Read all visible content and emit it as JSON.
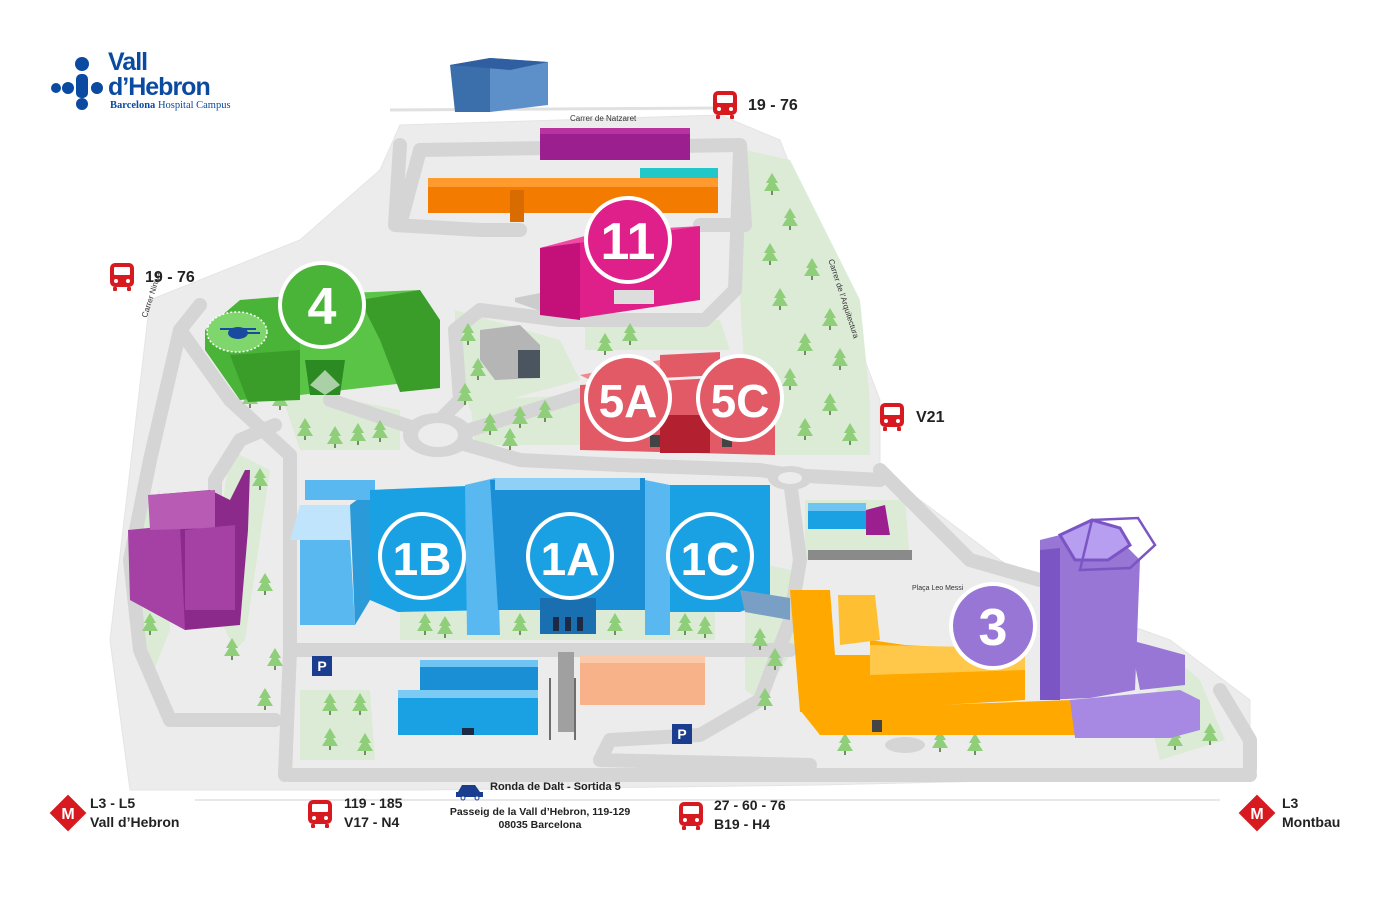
{
  "brand": {
    "name_line1": "Vall",
    "name_line2": "d’Hebron",
    "subtitle_bold": "Barcelona",
    "subtitle": "Hospital Campus",
    "color": "#0a4aa0"
  },
  "colors": {
    "building_1": "#1aa1e3",
    "building_3_orange": "#ffa800",
    "building_3_tower": "#9776d6",
    "building_4": "#49b437",
    "building_5": "#e25a66",
    "building_11": "#e0208a",
    "transit_red": "#d71920",
    "parking_blue": "#1a3d8f",
    "road": "#d9d9d9",
    "green_area": "#dcebd6"
  },
  "buildings": [
    {
      "id": "b11",
      "label": "11"
    },
    {
      "id": "b4",
      "label": "4"
    },
    {
      "id": "b5a",
      "label": "5A"
    },
    {
      "id": "b5c",
      "label": "5C"
    },
    {
      "id": "b1b",
      "label": "1B"
    },
    {
      "id": "b1a",
      "label": "1A"
    },
    {
      "id": "b1c",
      "label": "1C"
    },
    {
      "id": "b3",
      "label": "3"
    }
  ],
  "streets": {
    "natzaret": "Carrer de Natzaret",
    "ninive": "Carrer Ninive",
    "arquitectura": "Carrer de l’Arquitectura",
    "placa": "Plaça Leo Messi"
  },
  "transit": {
    "bus_top": "19 - 76",
    "bus_left": "19 - 76",
    "bus_right": "V21",
    "metro_left_lines": "L3 - L5",
    "metro_left_name": "Vall d’Hebron",
    "bus_bottom1_a": "119 - 185",
    "bus_bottom1_b": "V17 - N4",
    "bus_bottom2_a": "27 - 60 - 76",
    "bus_bottom2_b": "B19 - H4",
    "metro_right_lines": "L3",
    "metro_right_name": "Montbau"
  },
  "access": {
    "ronda": "Ronda de Dalt - Sortida 5",
    "address1": "Passeig de la Vall d’Hebron, 119-129",
    "address2": "08035 Barcelona"
  },
  "parking": [
    "P",
    "P"
  ]
}
